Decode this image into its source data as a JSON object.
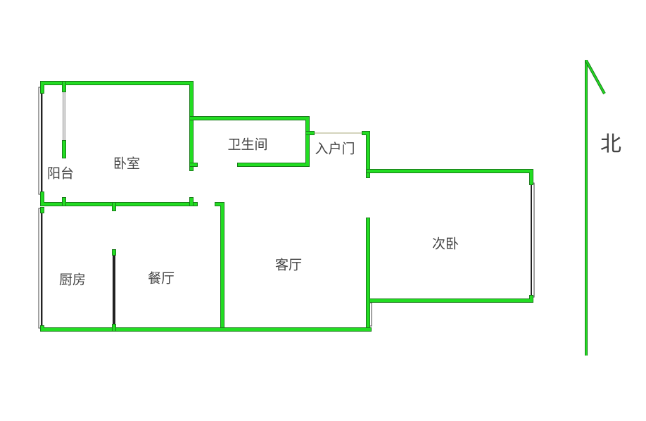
{
  "rooms": {
    "balcony": "阳台",
    "bedroom": "卧室",
    "bathroom": "卫生间",
    "entrance": "入户门",
    "second_bedroom": "次卧",
    "living_room": "客厅",
    "kitchen": "厨房",
    "dining_room": "餐厅"
  },
  "compass": {
    "label": "北"
  },
  "colors": {
    "wall": "#22dd22",
    "wall_edge": "#1a7a1a",
    "text": "#444444"
  }
}
